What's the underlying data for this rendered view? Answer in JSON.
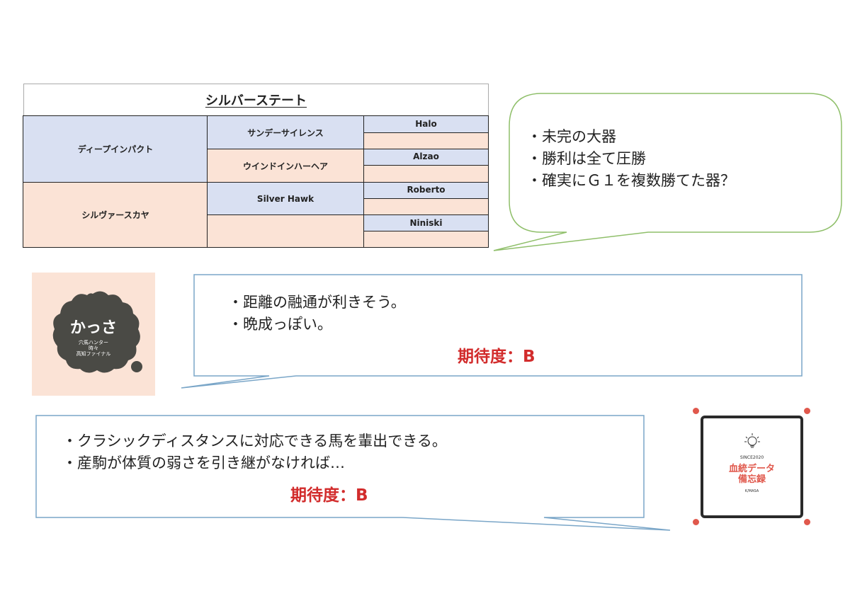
{
  "pedigree": {
    "title": "シルバーステート",
    "sire": "ディープインパクト",
    "sire_sire": "サンデーサイレンス",
    "sire_sire_sire": "Halo",
    "sire_sire_dam": "",
    "sire_dam": "ウインドインハーヘア",
    "sire_dam_sire": "Alzao",
    "sire_dam_dam": "",
    "dam": "シルヴァースカヤ",
    "dam_sire": "Silver Hawk",
    "dam_sire_sire": "Roberto",
    "dam_sire_dam": "",
    "dam_dam": "",
    "dam_dam_sire": "Niniski",
    "dam_dam_dam": ""
  },
  "bubble1": {
    "lines": [
      "・未完の大器",
      "・勝利は全て圧勝",
      "・確実にＧ１を複数勝てた器？"
    ]
  },
  "bubble2": {
    "lines": [
      "・距離の融通が利きそう。",
      "・晩成っぽい。"
    ],
    "expectation": "期待度：B"
  },
  "bubble3": {
    "lines": [
      "・クラシックディスタンスに対応できる馬を輩出できる。",
      "・産駒が体質の弱さを引き継がなければ…"
    ],
    "expectation": "期待度：B"
  },
  "logo1": {
    "name": "かっさ",
    "tagline": [
      "穴馬ハンター",
      "時々",
      "高知ファイナル"
    ]
  },
  "logo2": {
    "since": "SINCE2020",
    "title_line1": "血統データ",
    "title_line2": "備忘録",
    "author": "K/MASA"
  },
  "colors": {
    "cell_blue": "#d9e0f2",
    "cell_peach": "#fbe3d6",
    "bubble1_border": "#8fbf6a",
    "bubble_border": "#7aa6c8",
    "accent_red": "#d22c2c",
    "logo1_bg": "#fbe3d6",
    "logo1_blob": "#4a4a45"
  }
}
